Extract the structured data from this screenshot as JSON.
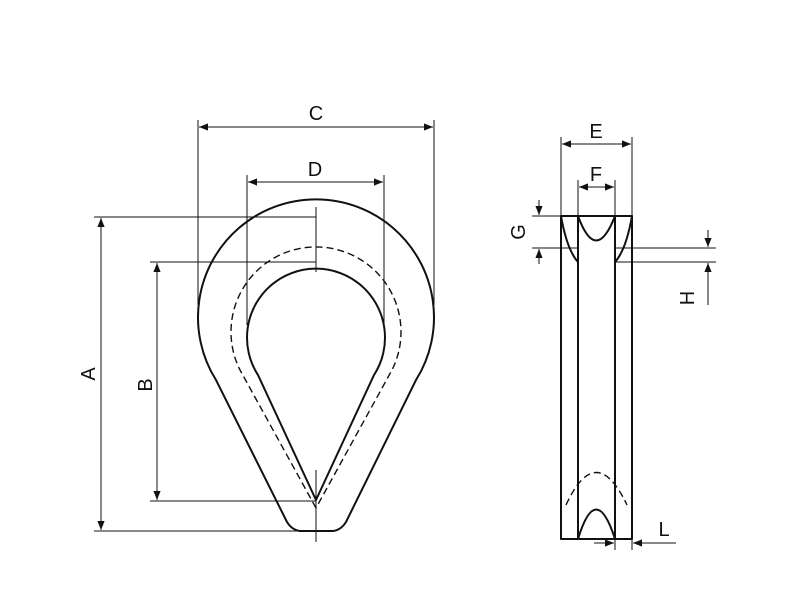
{
  "diagram": {
    "labels": {
      "a": "A",
      "b": "B",
      "c": "C",
      "d": "D",
      "e": "E",
      "f": "F",
      "g": "G",
      "h": "H",
      "l": "L"
    }
  }
}
